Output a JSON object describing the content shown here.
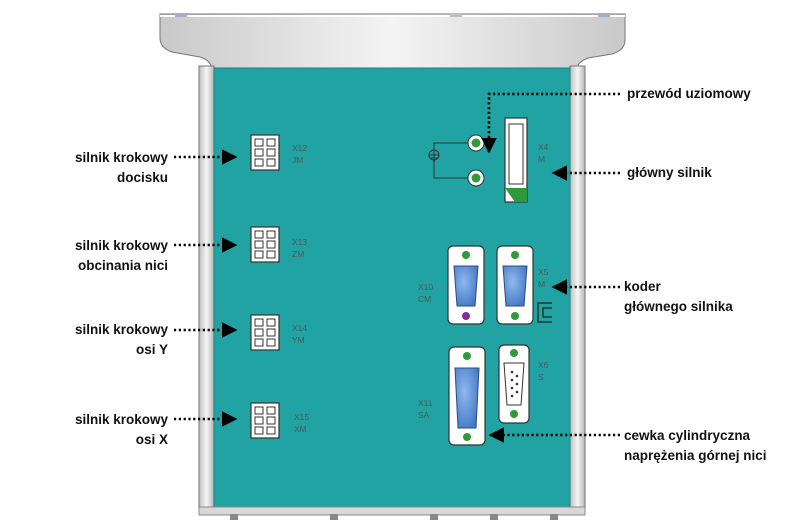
{
  "labels": {
    "docisku": [
      "silnik krokowy",
      "docisku"
    ],
    "obcinania": [
      "silnik krokowy",
      "obcinania nici"
    ],
    "osi_y": [
      "silnik krokowy",
      "osi Y"
    ],
    "osi_x": [
      "silnik krokowy",
      "osi X"
    ],
    "uziom": [
      "przewód uziomowy"
    ],
    "glowny": [
      "główny silnik"
    ],
    "koder": [
      "koder",
      "głównego silnika"
    ],
    "cewka": [
      "cewka cylindryczna",
      "naprężenia górnej nici"
    ]
  },
  "connectors": {
    "x12": [
      "X12",
      "JM"
    ],
    "x13": [
      "X13",
      "ZM"
    ],
    "x14": [
      "X14",
      "YM"
    ],
    "x15": [
      "X15",
      "XM"
    ],
    "x4": [
      "X4",
      "M"
    ],
    "x10": [
      "X10",
      "CM"
    ],
    "x5": [
      "X5",
      "M"
    ],
    "x11": [
      "X11",
      "SA"
    ],
    "x6": [
      "X6",
      "S"
    ]
  },
  "colors": {
    "panel": "#21a3a3",
    "casing": "#e4e4e4",
    "connector_blue": "#5b8fd6",
    "ground_green": "#2e9a3c"
  },
  "icons": [
    "ground-symbol-icon"
  ]
}
